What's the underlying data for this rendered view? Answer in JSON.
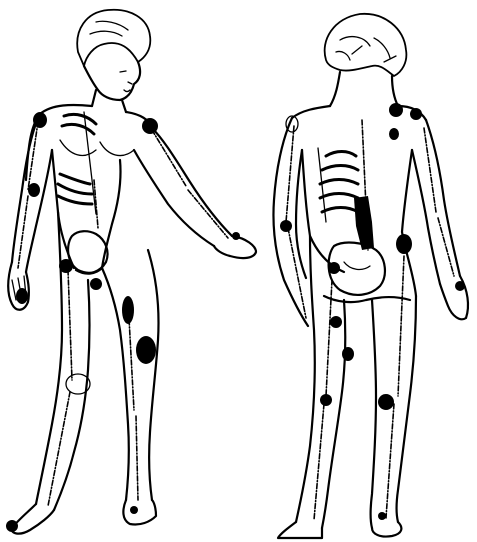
{
  "figure": {
    "colors": {
      "ink": "#000000",
      "paper": "#ffffff"
    },
    "figures": [
      "front-view",
      "back-view"
    ],
    "marker_shape": "filled-ellipse"
  }
}
